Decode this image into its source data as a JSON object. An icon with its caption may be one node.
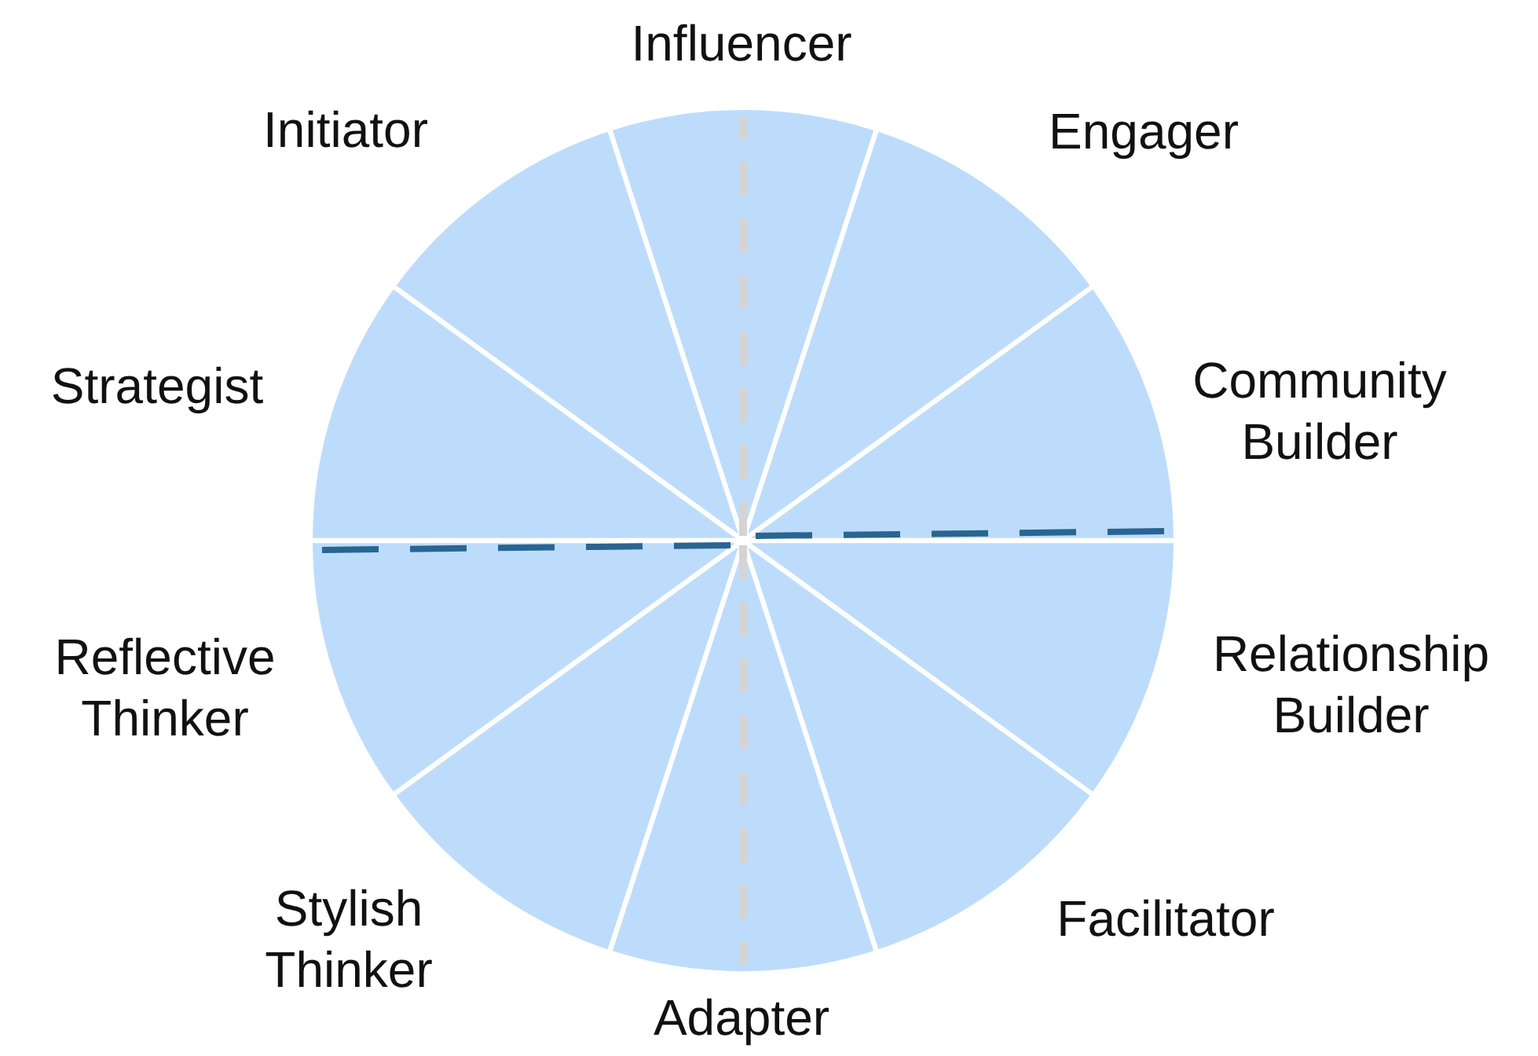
{
  "diagram": {
    "nodes": [
      {
        "text": [
          "Influencer"
        ]
      },
      {
        "text": [
          "Engager"
        ]
      },
      {
        "text": [
          "Community Builder"
        ]
      },
      {
        "text": [
          "Relationship Builder"
        ]
      },
      {
        "text": [
          "Facilitator"
        ]
      },
      {
        "text": [
          "Adapter"
        ]
      },
      {
        "text": [
          "Stylish Thinker"
        ]
      },
      {
        "text": [
          "Reflective Thinker"
        ]
      },
      {
        "text": [
          "Strategist"
        ]
      },
      {
        "text": [
          "Initiator"
        ]
      }
    ],
    "edges": []
  }
}
